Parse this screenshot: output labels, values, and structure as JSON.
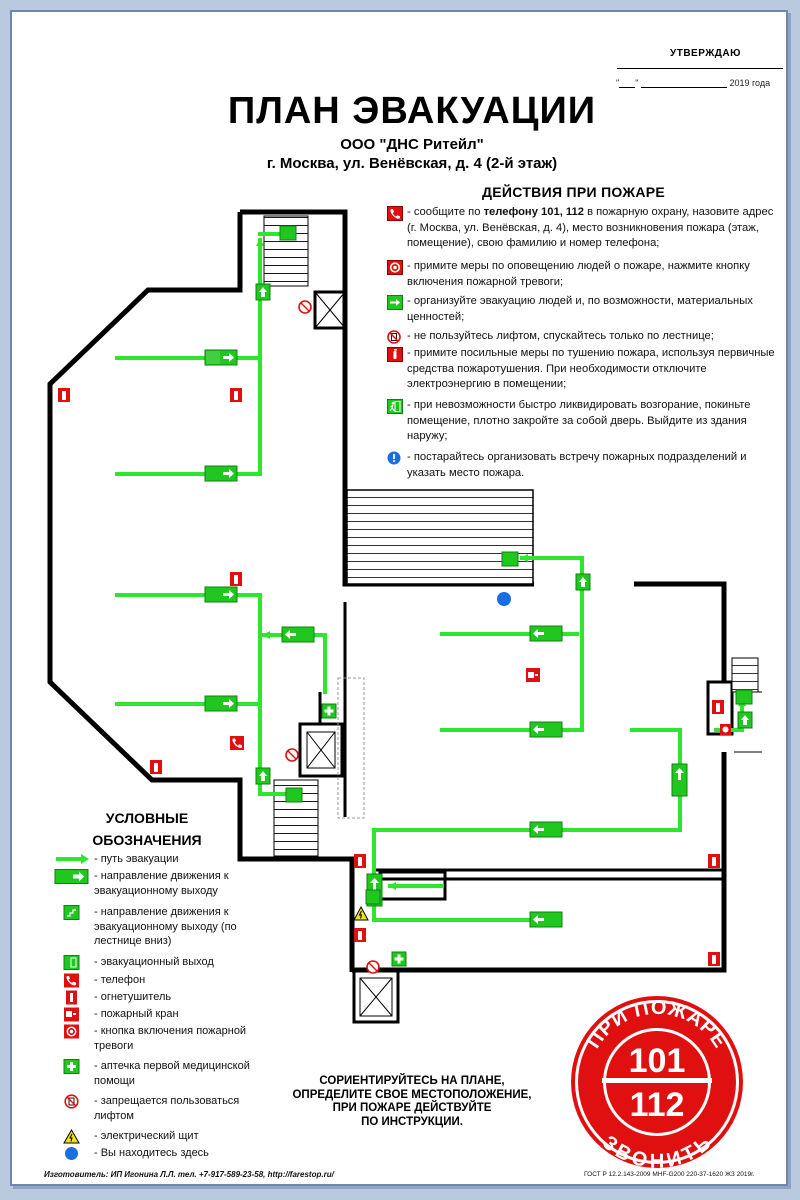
{
  "approval": {
    "title": "УТВЕРЖДАЮ",
    "date_open": "\"",
    "date_mid": "\"",
    "year_suffix": "2019 года"
  },
  "title": "ПЛАН ЭВАКУАЦИИ",
  "organization": "ООО \"ДНС Ритейл\"",
  "address": "г. Москва, ул. Венёвская, д. 4 (2-й этаж)",
  "actions": {
    "title": "ДЕЙСТВИЯ ПРИ ПОЖАРЕ",
    "items": [
      {
        "icon": "phone-icon",
        "pre": "- сообщите по ",
        "bold": "телефону 101, 112",
        "text": "  в пожарную охрану, назовите адрес (г. Москва, ул. Венёвская, д. 4), место возникновения пожара (этаж, помещение), свою фамилию и номер телефона;"
      },
      {
        "icon": "alarm-button-icon",
        "pre": "",
        "bold": "",
        "text": "- примите меры по оповещению людей о пожаре, нажмите кнопку включения пожарной тревоги;"
      },
      {
        "icon": "evac-arrow-icon",
        "pre": "",
        "bold": "",
        "text": "- организуйте эвакуацию людей и, по возможности, материальных ценностей;"
      },
      {
        "icon": "no-elevator-icon",
        "pre": "",
        "bold": "",
        "text": "- не пользуйтесь лифтом, спускайтесь только по лестнице;"
      },
      {
        "icon": "extinguisher-icon",
        "pre": "",
        "bold": "",
        "text": "- примите посильные меры по тушению пожара, используя первичные средства пожаротушения. При необходимости отключите электроэнергию в помещении;"
      },
      {
        "icon": "exit-icon",
        "pre": "",
        "bold": "",
        "text": "- при невозможности быстро ликвидировать возгорание, покиньте помещение, плотно закройте за собой дверь. Выйдите из здания наружу;"
      },
      {
        "icon": "info-icon",
        "pre": "",
        "bold": "",
        "text": "- постарайтесь организовать встречу пожарных подразделений и указать место пожара."
      }
    ]
  },
  "legend": {
    "title_line1": "УСЛОВНЫЕ",
    "title_line2": "ОБОЗНАЧЕНИЯ",
    "items": [
      {
        "icon": "route-arrow-icon",
        "text": "- путь эвакуации"
      },
      {
        "icon": "direction-exit-icon",
        "text": "- направление движения к эвакуационному выходу"
      },
      {
        "icon": "direction-stairs-icon",
        "text": "- направление движения к эвакуационному выходу (по лестнице вниз)"
      },
      {
        "icon": "exit-icon",
        "text": "- эвакуационный выход"
      },
      {
        "icon": "phone-icon",
        "text": "- телефон"
      },
      {
        "icon": "extinguisher-icon",
        "text": "- огнетушитель"
      },
      {
        "icon": "hydrant-icon",
        "text": "- пожарный кран"
      },
      {
        "icon": "alarm-button-icon",
        "text": "- кнопка включения пожарной тревоги"
      },
      {
        "icon": "first-aid-icon",
        "text": "- аптечка первой медицинской помощи"
      },
      {
        "icon": "no-elevator-icon",
        "text": "- запрещается пользоваться лифтом"
      },
      {
        "icon": "electric-panel-icon",
        "text": "- электрический щит"
      },
      {
        "icon": "you-are-here-icon",
        "text": "- Вы находитесь здесь"
      }
    ]
  },
  "orientation": [
    "СОРИЕНТИРУЙТЕСЬ НА ПЛАНЕ,",
    "ОПРЕДЕЛИТЕ СВОЕ МЕСТОПОЛОЖЕНИЕ,",
    "ПРИ ПОЖАРЕ ДЕЙСТВУЙТЕ",
    "ПО ИНСТРУКЦИИ."
  ],
  "seal": {
    "top_text": "ПРИ ПОЖАРЕ",
    "number1": "101",
    "number2": "112",
    "bottom_text": "ЗВОНИТЬ"
  },
  "footer": {
    "left": "Изготовитель: ИП Игонина Л.Л. тел. +7-917-589-23-58, http://farestop.ru/",
    "right": "ГОСТ Р 12.2.143-2009 МНF-G200 220-37-1620 ЖЗ 2019г."
  },
  "colors": {
    "route": "#2ee62e",
    "wall": "#000000",
    "danger": "#e01010",
    "frame": "#6f87ad",
    "here": "#1a6fe0"
  }
}
